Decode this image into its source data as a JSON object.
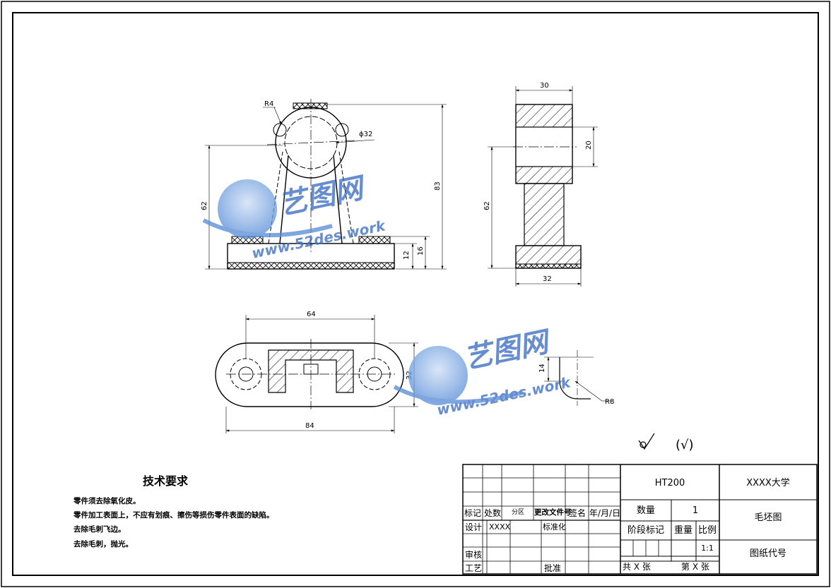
{
  "drawing": {
    "front_view": {
      "labels": {
        "r4": "R4",
        "phi32": "ϕ32",
        "h62": "62",
        "h83": "83",
        "h12": "12",
        "h16": "16"
      }
    },
    "side_view": {
      "labels": {
        "w30": "30",
        "h20": "20",
        "h62": "62",
        "w32": "32"
      }
    },
    "top_view": {
      "labels": {
        "w64": "64",
        "h32": "32",
        "w84": "84"
      }
    },
    "detail_view": {
      "labels": {
        "h14": "14",
        "r8": "R8"
      }
    },
    "surface_symbol": {
      "paren_text": "(√)"
    }
  },
  "watermark": {
    "brand": "艺图网",
    "url": "www.52des.work"
  },
  "tech_requirements": {
    "title": "技术要求",
    "items": [
      "零件须去除氧化皮。",
      "零件加工表面上，不应有划痕、擦伤等损伤零件表面的缺陷。",
      "去除毛刺飞边。",
      "去除毛刺，抛光。"
    ]
  },
  "title_block": {
    "material": "HT200",
    "school": "XXXX大学",
    "part_name": "毛坯图",
    "drawing_code_label": "图纸代号",
    "quantity_label": "数量",
    "quantity_value": "1",
    "stage_mark_label": "阶段标记",
    "weight_label": "重量",
    "scale_label": "比例",
    "scale_value": "1:1",
    "sheets_total": "共 X 张",
    "sheet_no": "第 X 张",
    "rev_headers": [
      "标记",
      "处数",
      "分区",
      "更改文件号",
      "签名",
      "年/月/日"
    ],
    "design_label": "设计",
    "design_value": "XXXX",
    "standardize_label": "标准化",
    "review_label": "审核",
    "process_label": "工艺",
    "approve_label": "批准"
  }
}
